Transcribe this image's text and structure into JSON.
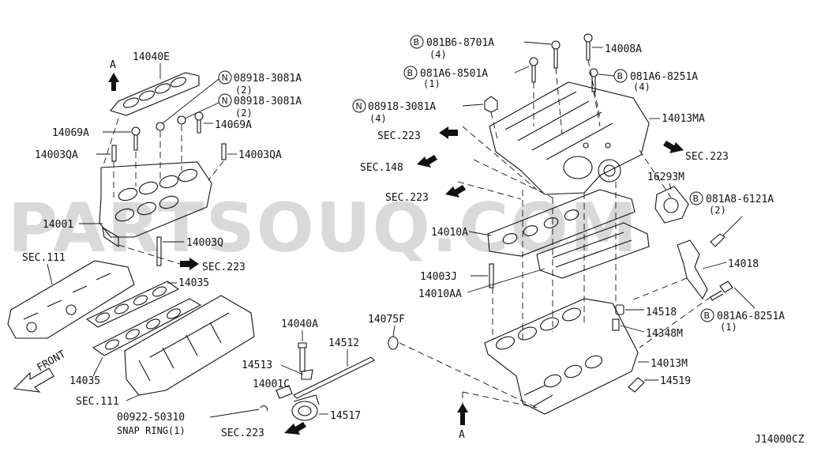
{
  "watermark": "PARTSOUQ.COM",
  "diagram_id": "J14000CZ",
  "parts": {
    "p14040E": "14040E",
    "p14069A_left": "14069A",
    "p14003QA_left": "14003QA",
    "p14001": "14001",
    "p14003Q": "14003Q",
    "sec223_left": "SEC.223",
    "p14069A_right": "14069A",
    "p14003QA_right": "14003QA",
    "sec111_top": "SEC.111",
    "p14035_top": "14035",
    "p14035_bottom": "14035",
    "front": "FRONT",
    "sec111_bottom": "SEC.111",
    "p00922": "00922-50310",
    "snap_ring": "SNAP RING(1)",
    "p14001C": "14001C",
    "p14513": "14513",
    "p14040A": "14040A",
    "p14512": "14512",
    "p14075F": "14075F",
    "p14517": "14517",
    "sec223_bottom": "SEC.223",
    "arrow_a_top": "A",
    "arrow_a_bottom": "A",
    "p14008A": "14008A",
    "p14013MA": "14013MA",
    "sec223_r1": "SEC.223",
    "sec148": "SEC.148",
    "sec223_r2": "SEC.223",
    "sec223_r3": "SEC.223",
    "p16293M": "16293M",
    "p14010A": "14010A",
    "p14003J": "14003J",
    "p14010AA": "14010AA",
    "p14018": "14018",
    "p14518": "14518",
    "p14348M": "14348M",
    "p14013M": "14013M",
    "p14519": "14519"
  },
  "callouts": {
    "n1": {
      "prefix": "N",
      "number": "08918-3081A",
      "qty": "(2)"
    },
    "n2": {
      "prefix": "N",
      "number": "08918-3081A",
      "qty": "(2)"
    },
    "n3": {
      "prefix": "N",
      "number": "08918-3081A",
      "qty": "(4)"
    },
    "b1": {
      "prefix": "B",
      "number": "081B6-8701A",
      "qty": "(4)"
    },
    "b2": {
      "prefix": "B",
      "number": "081A6-8501A",
      "qty": "(1)"
    },
    "b3": {
      "prefix": "B",
      "number": "081A6-8251A",
      "qty": "(4)"
    },
    "b4": {
      "prefix": "B",
      "number": "081A8-6121A",
      "qty": "(2)"
    },
    "b5": {
      "prefix": "B",
      "number": "081A6-8251A",
      "qty": "(1)"
    }
  }
}
